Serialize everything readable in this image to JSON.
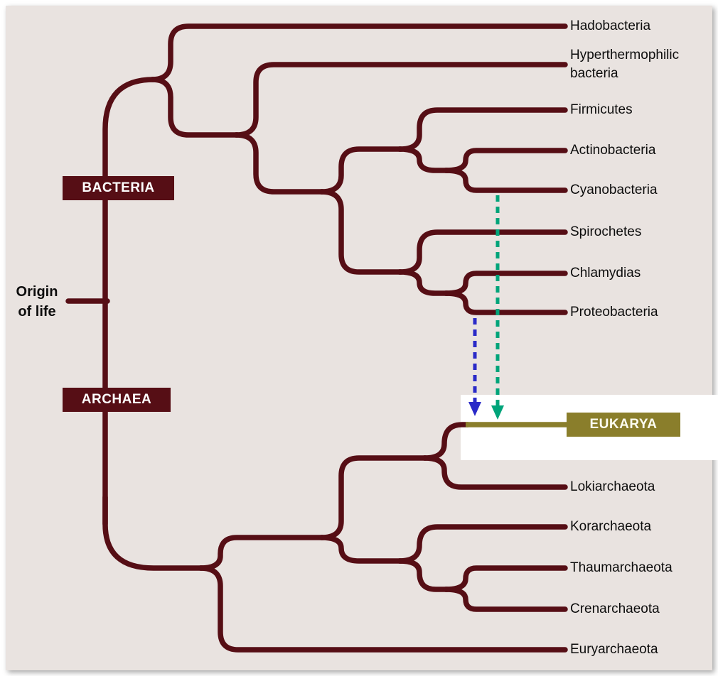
{
  "figure": {
    "origin": {
      "line1": "Origin",
      "line2": "of life"
    },
    "domain_boxes": {
      "bacteria": "BACTERIA",
      "archaea": "ARCHAEA",
      "eukarya": "EUKARYA"
    },
    "taxa": {
      "hadobacteria": "Hadobacteria",
      "hyperthermophilic": "Hyperthermophilic bacteria",
      "firmicutes": "Firmicutes",
      "actinobacteria": "Actinobacteria",
      "cyanobacteria": "Cyanobacteria",
      "spirochetes": "Spirochetes",
      "chlamydias": "Chlamydias",
      "proteobacteria": "Proteobacteria",
      "lokiarchaeota": "Lokiarchaeota",
      "korarchaeota": "Korarchaeota",
      "thaumarchaeota": "Thaumarchaeota",
      "crenarchaeota": "Crenarchaeota",
      "euryarchaeota": "Euryarchaeota"
    },
    "arrows": [
      {
        "id": "cyanobacteria-to-eukarya",
        "style": "dashed",
        "color": "#00a47a"
      },
      {
        "id": "proteobacteria-to-eukarya",
        "style": "dashed",
        "color": "#2a2ac8"
      }
    ],
    "colors": {
      "tree": "#560e15",
      "eukarya_branch": "#8a7e2b",
      "panel_background": "#e9e3e0",
      "cutout_background": "#ffffff",
      "arrow_green": "#00a47a",
      "arrow_blue": "#2a2ac8",
      "label_text": "#0d0d0d",
      "box_text": "#ffffff"
    }
  }
}
